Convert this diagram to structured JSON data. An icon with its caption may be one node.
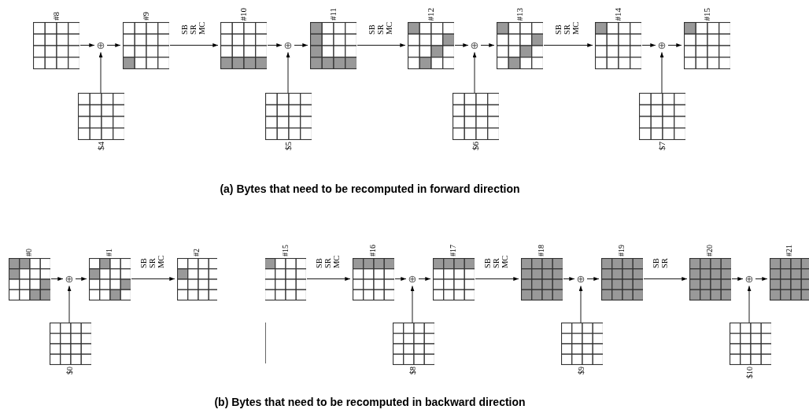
{
  "diagram": {
    "nodes": [
      {
        "text": [
          "#8"
        ]
      },
      {
        "text": [
          "⊕"
        ]
      },
      {
        "text": [
          "$4"
        ]
      },
      {
        "text": [
          "#9"
        ]
      },
      {
        "text": [
          "#10"
        ]
      },
      {
        "text": [
          "⊕"
        ]
      },
      {
        "text": [
          "$5"
        ]
      },
      {
        "text": [
          "#11"
        ]
      },
      {
        "text": [
          "#12"
        ]
      },
      {
        "text": [
          "⊕"
        ]
      },
      {
        "text": [
          "$6"
        ]
      },
      {
        "text": [
          "#13"
        ]
      },
      {
        "text": [
          "#14"
        ]
      },
      {
        "text": [
          "⊕"
        ]
      },
      {
        "text": [
          "$7"
        ]
      },
      {
        "text": [
          "#15"
        ]
      },
      {
        "text": [
          "#0"
        ]
      },
      {
        "text": [
          "⊕"
        ]
      },
      {
        "text": [
          "$0"
        ]
      },
      {
        "text": [
          "#1"
        ]
      },
      {
        "text": [
          "#2"
        ]
      },
      {
        "text": [
          "#15"
        ]
      },
      {
        "text": [
          "#16"
        ]
      },
      {
        "text": [
          "⊕"
        ]
      },
      {
        "text": [
          "$8"
        ]
      },
      {
        "text": [
          "#17"
        ]
      },
      {
        "text": [
          "#18"
        ]
      },
      {
        "text": [
          "⊕"
        ]
      },
      {
        "text": [
          "$9"
        ]
      },
      {
        "text": [
          "#19"
        ]
      },
      {
        "text": [
          "#20"
        ]
      },
      {
        "text": [
          "⊕"
        ]
      },
      {
        "text": [
          "$10"
        ]
      },
      {
        "text": [
          "#21"
        ]
      }
    ],
    "edges": [
      {
        "from": 0,
        "to": 1,
        "arrow": "to"
      },
      {
        "from": 2,
        "to": 1,
        "arrow": "to"
      },
      {
        "from": 1,
        "to": 3,
        "arrow": "to"
      },
      {
        "from": 3,
        "to": 4,
        "arrow": "to",
        "label": "SB SR MC"
      },
      {
        "from": 4,
        "to": 5,
        "arrow": "to"
      },
      {
        "from": 6,
        "to": 5,
        "arrow": "to"
      },
      {
        "from": 5,
        "to": 7,
        "arrow": "to"
      },
      {
        "from": 7,
        "to": 8,
        "arrow": "to",
        "label": "SB SR MC"
      },
      {
        "from": 8,
        "to": 9,
        "arrow": "to"
      },
      {
        "from": 10,
        "to": 9,
        "arrow": "to"
      },
      {
        "from": 9,
        "to": 11,
        "arrow": "to"
      },
      {
        "from": 11,
        "to": 12,
        "arrow": "to",
        "label": "SB SR MC"
      },
      {
        "from": 12,
        "to": 13,
        "arrow": "to"
      },
      {
        "from": 14,
        "to": 13,
        "arrow": "to"
      },
      {
        "from": 13,
        "to": 15,
        "arrow": "to"
      },
      {
        "from": 16,
        "to": 17,
        "arrow": "to"
      },
      {
        "from": 18,
        "to": 17,
        "arrow": "to"
      },
      {
        "from": 17,
        "to": 19,
        "arrow": "to"
      },
      {
        "from": 19,
        "to": 20,
        "arrow": "to",
        "label": "SB SR MC"
      },
      {
        "from": 21,
        "to": 22,
        "arrow": "to",
        "label": "SB SR MC"
      },
      {
        "from": 22,
        "to": 23,
        "arrow": "to"
      },
      {
        "from": 24,
        "to": 23,
        "arrow": "to"
      },
      {
        "from": 23,
        "to": 25,
        "arrow": "to"
      },
      {
        "from": 25,
        "to": 26,
        "arrow": "to",
        "label": "SB SR MC"
      },
      {
        "from": 26,
        "to": 27,
        "arrow": "to"
      },
      {
        "from": 28,
        "to": 27,
        "arrow": "to"
      },
      {
        "from": 27,
        "to": 29,
        "arrow": "to"
      },
      {
        "from": 29,
        "to": 30,
        "arrow": "to",
        "label": "SB SR"
      },
      {
        "from": 30,
        "to": 31,
        "arrow": "to"
      },
      {
        "from": 32,
        "to": 31,
        "arrow": "to"
      },
      {
        "from": 31,
        "to": 33,
        "arrow": "to"
      }
    ],
    "labels": [
      "(a) Bytes that need to be recomputed in forward direction",
      "(b) Bytes that need to be recomputed in backward direction"
    ]
  }
}
